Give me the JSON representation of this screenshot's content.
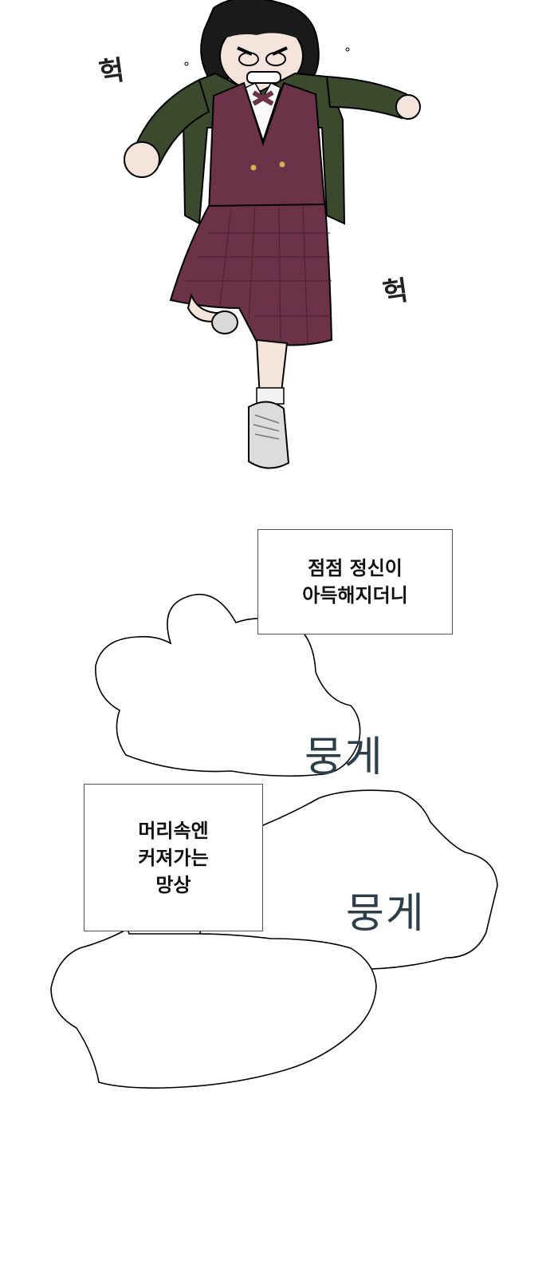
{
  "sfx": {
    "gasp_left": "헉",
    "gasp_right": "헉",
    "puff_upper": "뭉게",
    "puff_lower": "뭉게"
  },
  "captions": {
    "first": "점점 정신이\n아득해지더니",
    "second": "머리속엔\n커져가는\n망상"
  },
  "colors": {
    "jacket": "#3b4a2c",
    "plaid": "#6b3248",
    "skin": "#f4e4dc",
    "hair": "#1a1a1a",
    "sfx_ink": "#2c3e4a"
  }
}
